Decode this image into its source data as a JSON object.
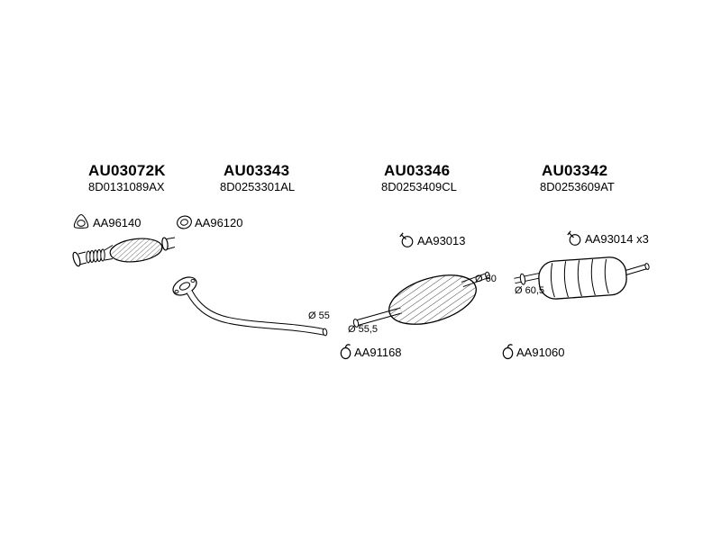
{
  "diagram": {
    "title": "exhaust-system-parts-diagram",
    "groups": [
      {
        "part_number": "AU03072K",
        "oe_number": "8D0131089AX",
        "part": "catalytic-converter",
        "accessories": [
          {
            "code": "AA96140",
            "icon": "flange-gasket-icon"
          }
        ],
        "annotations": []
      },
      {
        "part_number": "AU03343",
        "oe_number": "8D0253301AL",
        "part": "front-exhaust-pipe",
        "accessories": [
          {
            "code": "AA96120",
            "icon": "ring-gasket-icon"
          }
        ],
        "annotations": [
          {
            "label": "Ø 55"
          }
        ]
      },
      {
        "part_number": "AU03346",
        "oe_number": "8D0253409CL",
        "part": "middle-silencer",
        "accessories": [
          {
            "code": "AA93013",
            "icon": "clamp-icon"
          },
          {
            "code": "AA91168",
            "icon": "rubber-hanger-icon"
          }
        ],
        "annotations": [
          {
            "label": "Ø 60"
          },
          {
            "label": "Ø 55,5"
          }
        ]
      },
      {
        "part_number": "AU03342",
        "oe_number": "8D0253609AT",
        "part": "rear-silencer",
        "accessories": [
          {
            "code": "AA93014 x3",
            "icon": "clamp-icon"
          },
          {
            "code": "AA91060",
            "icon": "rubber-hanger-icon"
          }
        ],
        "annotations": [
          {
            "label": "Ø 60,5"
          }
        ]
      }
    ]
  }
}
